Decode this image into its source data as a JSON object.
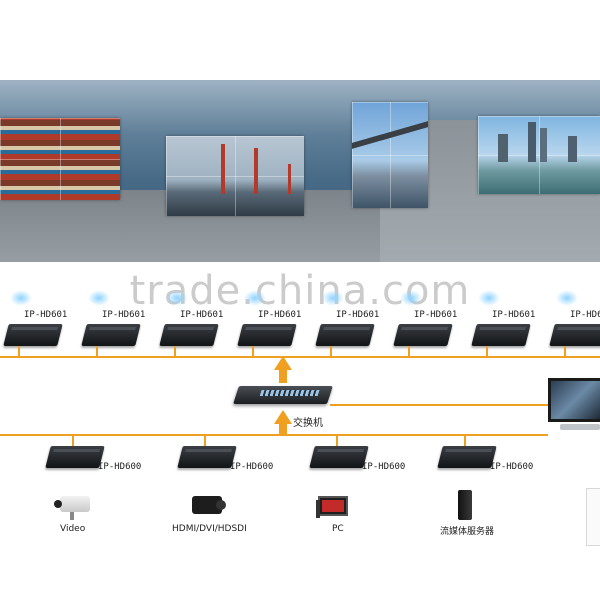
{
  "watermark": "trade.china.com",
  "decoders": {
    "label": "IP-HD601",
    "count": 8
  },
  "switch": {
    "label": "交换机"
  },
  "encoders": [
    {
      "label": "IP-HD600",
      "source": "Video",
      "source_icon": "camera-icon"
    },
    {
      "label": "IP-HD600",
      "source": "HDMI/DVI/HDSDI",
      "source_icon": "camcorder-icon"
    },
    {
      "label": "IP-HD600",
      "source": "PC",
      "source_icon": "pc-icon"
    },
    {
      "label": "IP-HD600",
      "source": "流媒体服务器",
      "source_icon": "server-icon"
    }
  ],
  "colors": {
    "bus": "#f0a020",
    "device": "#1c1f22"
  }
}
